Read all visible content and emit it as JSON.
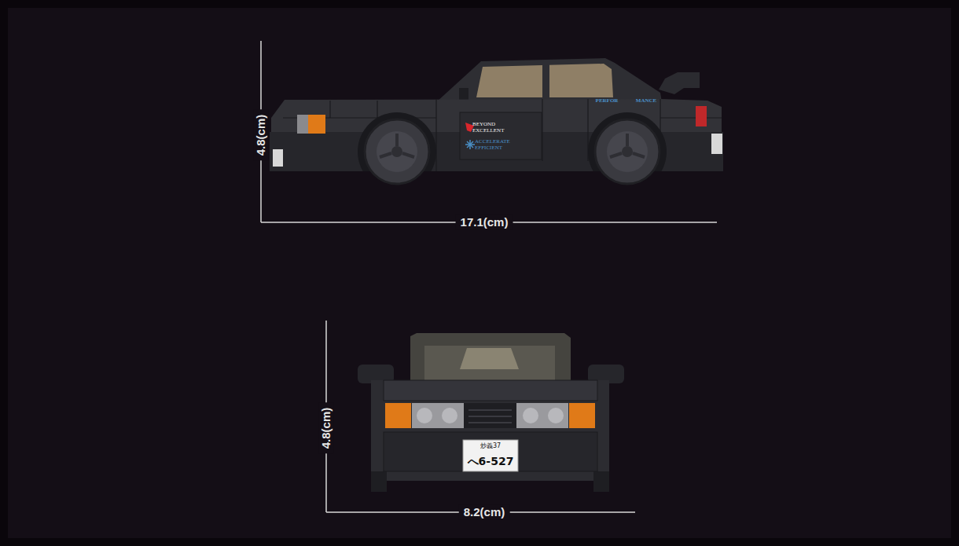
{
  "diagram": {
    "labels": [
      "4.8(cm)",
      "BEYOND EXCELLENT",
      "ACCELERATE EFFICIENT",
      "PERFOR",
      "MANCE",
      "17.1(cm)",
      "4.8(cm)",
      "炒義37",
      "へ6-527",
      "8.2(cm)"
    ]
  }
}
